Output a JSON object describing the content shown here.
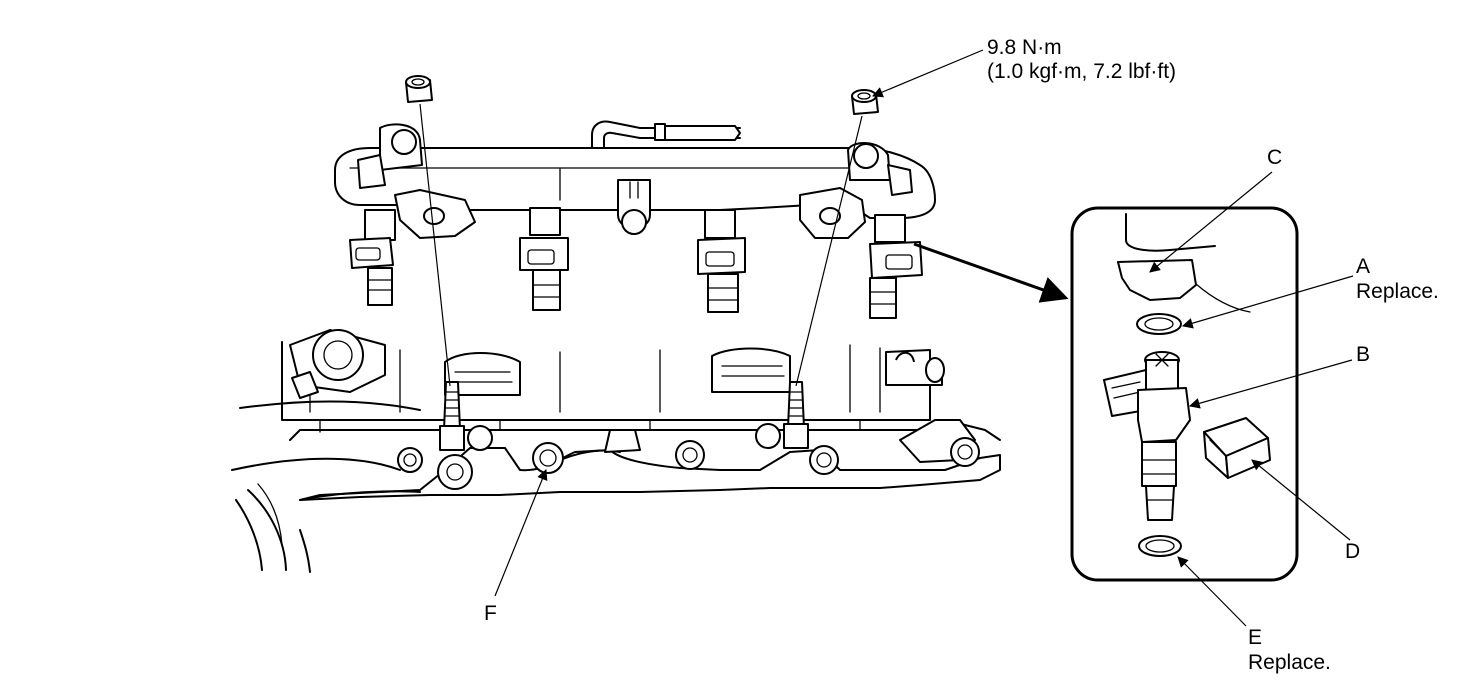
{
  "torque": {
    "line1": "9.8 N·m",
    "line2": "(1.0 kgf·m, 7.2 lbf·ft)"
  },
  "callouts": {
    "a": "A",
    "a_note": "Replace.",
    "b": "B",
    "c": "C",
    "d": "D",
    "e": "E",
    "e_note": "Replace.",
    "f": "F"
  }
}
